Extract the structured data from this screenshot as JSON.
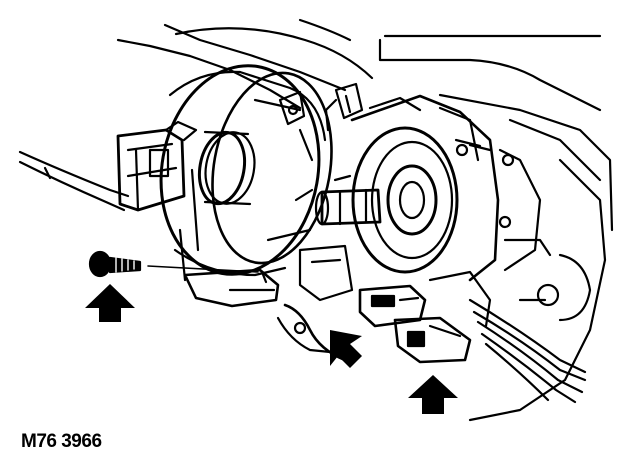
{
  "figure": {
    "reference": "M76 3966"
  },
  "callouts": [
    {
      "name": "screw-arrow",
      "direction": "up"
    },
    {
      "name": "clip-arrow",
      "direction": "up-left"
    },
    {
      "name": "connector-arrow",
      "direction": "up"
    }
  ],
  "colors": {
    "ink": "#000000",
    "paper": "#ffffff"
  }
}
